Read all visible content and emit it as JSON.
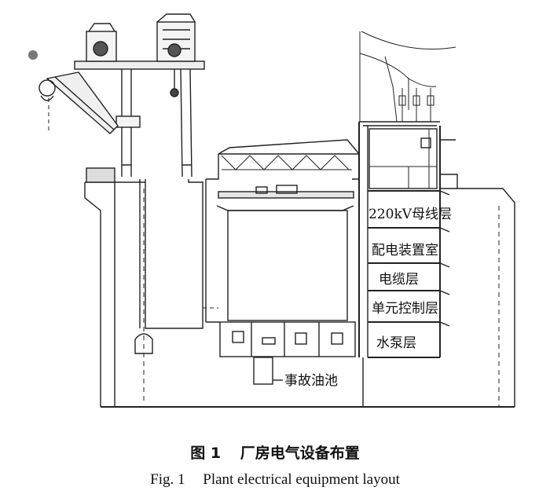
{
  "labels": {
    "busbar_floor": "220kV母线层",
    "switchgear_room": "配电装置室",
    "cable_floor": "电缆层",
    "unit_control_floor": "单元控制层",
    "pump_floor": "水泵层",
    "oil_pit": "事故油池"
  },
  "caption": {
    "cn_number": "图 1",
    "cn_title": "厂房电气设备布置",
    "en_number": "Fig. 1",
    "en_title": "Plant electrical equipment layout"
  }
}
